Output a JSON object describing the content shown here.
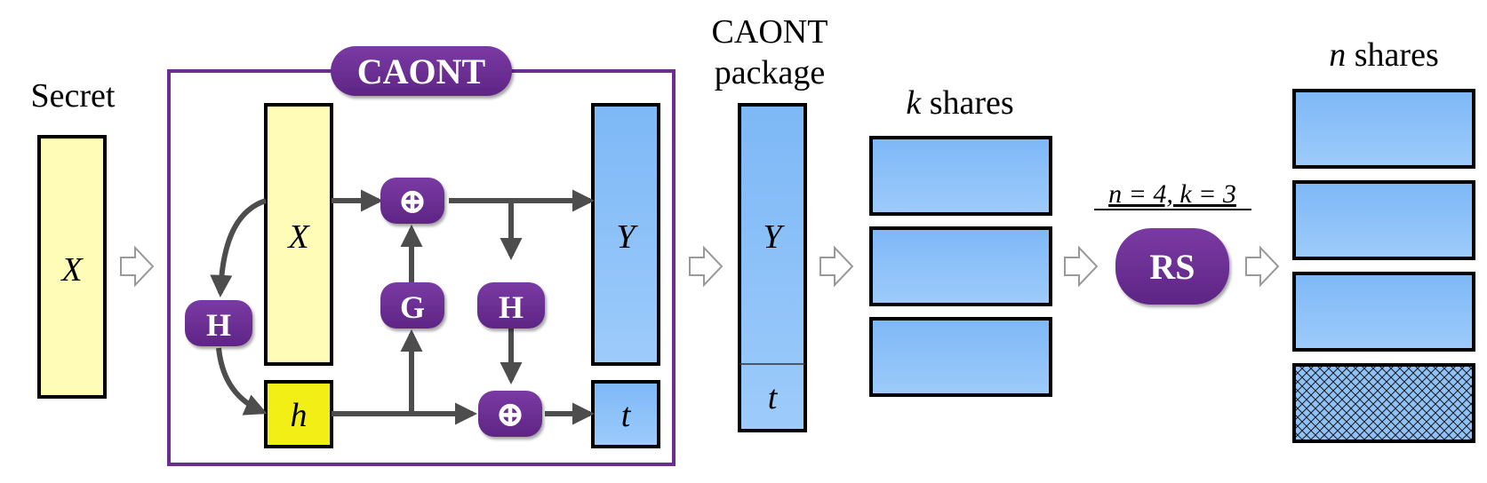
{
  "secret": {
    "title": "Secret",
    "var": "X"
  },
  "caont": {
    "title": "CAONT",
    "input_var": "X",
    "output_var": "Y",
    "hash_var": "h",
    "tail_var": "t",
    "op_hash": "H",
    "op_gen": "G",
    "op_xor": "⊕"
  },
  "package": {
    "title_line1": "CAONT",
    "title_line2": "package",
    "y_var": "Y",
    "t_var": "t"
  },
  "k_shares": {
    "var": "k",
    "label": " shares"
  },
  "rs": {
    "params": "n = 4, k = 3",
    "label": "RS"
  },
  "n_shares": {
    "var": "n",
    "label": " shares"
  },
  "colors": {
    "purple": "#6b2d91",
    "light_yellow": "#fefcb7",
    "bright_yellow": "#f2ef16",
    "blue_top": "#9fcbfb",
    "blue_bottom": "#7db8f6",
    "arrow": "#4d4d4d"
  }
}
